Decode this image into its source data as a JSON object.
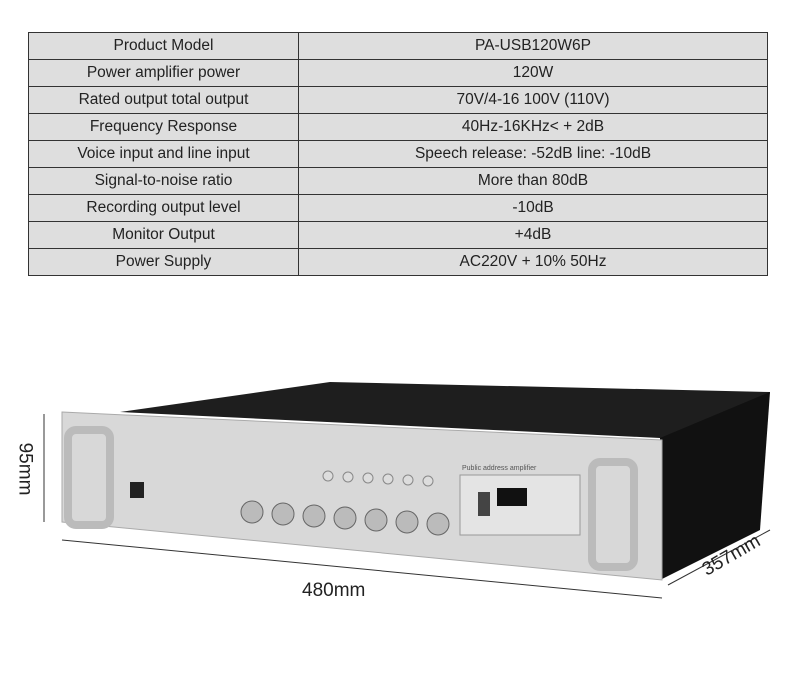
{
  "specs": [
    {
      "label": "Product Model",
      "value": "PA-USB120W6P"
    },
    {
      "label": "Power amplifier power",
      "value": "120W"
    },
    {
      "label": "Rated output total output",
      "value": "70V/4-16 100V (110V)"
    },
    {
      "label": "Frequency Response",
      "value": "40Hz-16KHz< + 2dB"
    },
    {
      "label": "Voice input and line input",
      "value": "Speech release: -52dB line: -10dB"
    },
    {
      "label": "Signal-to-noise ratio",
      "value": "More than 80dB"
    },
    {
      "label": "Recording output level",
      "value": "-10dB"
    },
    {
      "label": "Monitor Output",
      "value": "+4dB"
    },
    {
      "label": "Power Supply",
      "value": "AC220V + 10% 50Hz"
    }
  ],
  "dimensions": {
    "height": "95mm",
    "width": "480mm",
    "depth": "357mm"
  },
  "device": {
    "panel_label": "Public address amplifier"
  }
}
